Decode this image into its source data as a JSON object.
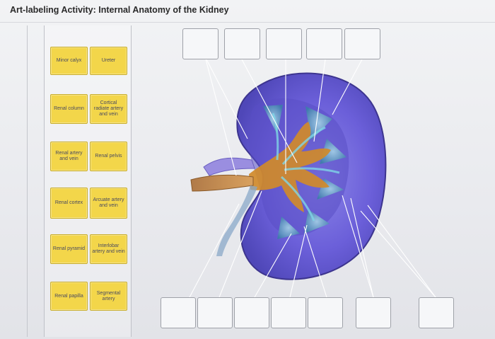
{
  "page": {
    "title": "Art-labeling Activity: Internal Anatomy of the Kidney"
  },
  "label_bank": {
    "labels": [
      "Minor calyx",
      "Ureter",
      "Renal column",
      "Cortical radiate artery and vein",
      "Renal artery and vein",
      "Renal pelvis",
      "Renal cortex",
      "Arcuate artery and vein",
      "Renal pyramid",
      "Interlobar artery and vein",
      "Renal papilla",
      "Segmental artery"
    ]
  },
  "drop_targets": {
    "top_count": 5,
    "bottom_count": 7
  },
  "colors": {
    "label_fill": "#f3d64a",
    "kidney_cortex": "#6a5fd8",
    "kidney_pelvis": "#d08a2a",
    "leader_line": "#ffffff"
  },
  "icons": {
    "pointer": "cursor-arrow-icon"
  }
}
